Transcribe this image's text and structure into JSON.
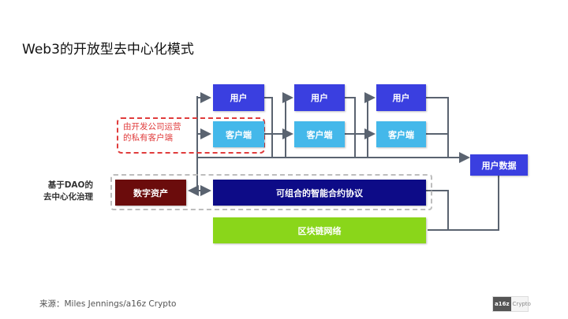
{
  "title": "Web3的开放型去中心化模式",
  "users": [
    "用户",
    "用户",
    "用户"
  ],
  "clients": [
    "客户端",
    "客户端",
    "客户端"
  ],
  "private_client_note": "由开发公司运营\n的私有客户端",
  "user_data": "用户数据",
  "dao_label": "基于DAO的\n去中心化治理",
  "digital_assets": "数字资产",
  "protocol": "可组合的智能合约协议",
  "blockchain": "区块链网络",
  "source": "来源：Miles Jennings/a16z Crypto",
  "logo": {
    "mark": "a16z",
    "text": "Crypto"
  },
  "colors": {
    "user": "#3a3fe0",
    "client": "#44b8ea",
    "user_data": "#3a3fe0",
    "digital_assets": "#6b0c0c",
    "protocol": "#0d0b87",
    "blockchain": "#8ad61a",
    "connector": "#5a6370",
    "highlight": "#e03c3c"
  }
}
